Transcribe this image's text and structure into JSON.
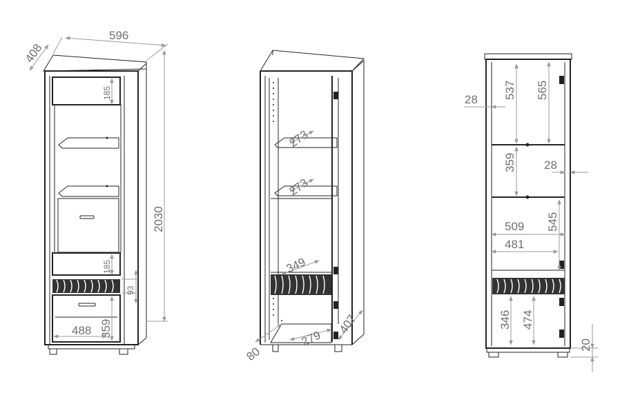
{
  "colors": {
    "outline": "#222222",
    "dimension_line": "#9a9a9a",
    "dimension_text": "#6f6f6f",
    "background": "#ffffff"
  },
  "views": {
    "front_left": {
      "width": "596",
      "depth": "408",
      "height": "2030",
      "top_drawer_height": "185",
      "lower_drawer_height": "185",
      "decor_strip_height": "93",
      "bottom_drawer_height": "359",
      "inner_width": "488"
    },
    "open_middle": {
      "shelf_spacing_top": "273",
      "shelf_spacing_mid": "273",
      "compartment_height": "349",
      "setback": "80",
      "inner_depth": "279",
      "depth": "407"
    },
    "front_right": {
      "side_inset_top": "28",
      "upper_inner_height": "537",
      "door_upper_height": "565",
      "shelf_gap": "359",
      "side_inset_mid": "28",
      "inner_width_top": "509",
      "door_middle_height": "545",
      "inner_width_bottom": "481",
      "lower_inner_height": "346",
      "door_lower_height": "474",
      "plinth_height": "20"
    }
  }
}
